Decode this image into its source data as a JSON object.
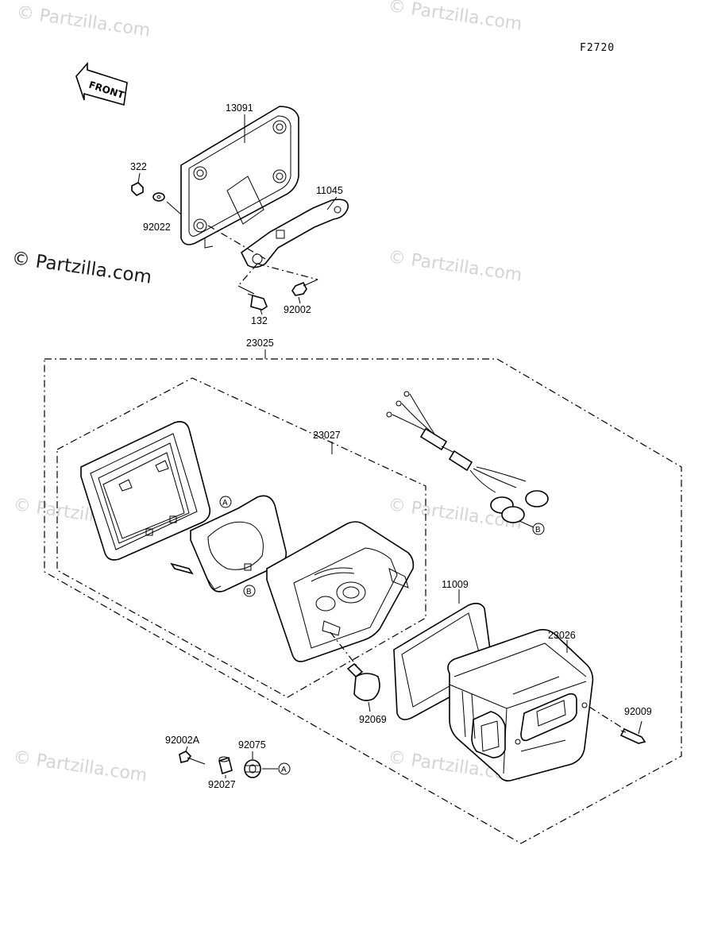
{
  "figure_code": "F2720",
  "front_label": "FRONT",
  "watermark": {
    "text": "© Partzilla.com",
    "prominent_text": "© Partzilla.com"
  },
  "parts": {
    "p13091": "13091",
    "p322": "322",
    "p92022": "92022",
    "p11045": "11045",
    "p132": "132",
    "p92002": "92002",
    "p23025": "23025",
    "p23027": "23027",
    "p11009": "11009",
    "p23026": "23026",
    "p92009": "92009",
    "p92069": "92069",
    "p92002A": "92002A",
    "p92075": "92075",
    "p92027": "92027"
  },
  "callouts": {
    "a": "A",
    "b": "B"
  }
}
